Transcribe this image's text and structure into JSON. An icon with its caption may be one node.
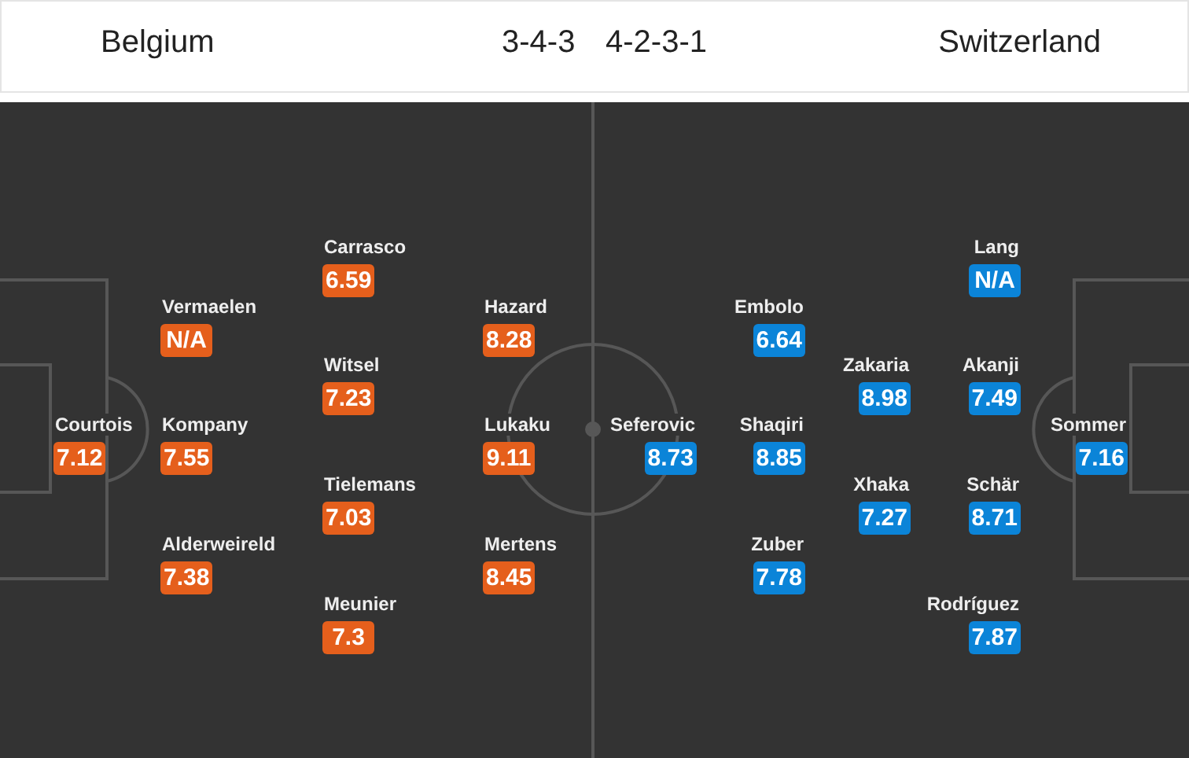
{
  "diagram": {
    "nodes": [
      {
        "text": [
          "Courtois",
          "7.12"
        ]
      },
      {
        "text": [
          "Vermaelen",
          "N/A"
        ]
      },
      {
        "text": [
          "Kompany",
          "7.55"
        ]
      },
      {
        "text": [
          "Alderweireld",
          "7.38"
        ]
      },
      {
        "text": [
          "Carrasco",
          "6.59"
        ]
      },
      {
        "text": [
          "Witsel",
          "7.23"
        ]
      },
      {
        "text": [
          "Tielemans",
          "7.03"
        ]
      },
      {
        "text": [
          "Meunier",
          "7.3"
        ]
      },
      {
        "text": [
          "Hazard",
          "8.28"
        ]
      },
      {
        "text": [
          "Lukaku",
          "9.11"
        ]
      },
      {
        "text": [
          "Mertens",
          "8.45"
        ]
      },
      {
        "text": [
          "Seferovic",
          "8.73"
        ]
      },
      {
        "text": [
          "Embolo",
          "6.64"
        ]
      },
      {
        "text": [
          "Shaqiri",
          "8.85"
        ]
      },
      {
        "text": [
          "Zuber",
          "7.78"
        ]
      },
      {
        "text": [
          "Zakaria",
          "8.98"
        ]
      },
      {
        "text": [
          "Xhaka",
          "7.27"
        ]
      },
      {
        "text": [
          "Lang",
          "N/A"
        ]
      },
      {
        "text": [
          "Akanji",
          "7.49"
        ]
      },
      {
        "text": [
          "Schär",
          "8.71"
        ]
      },
      {
        "text": [
          "Rodríguez",
          "7.87"
        ]
      },
      {
        "text": [
          "Sommer",
          "7.16"
        ]
      }
    ],
    "labels": [
      "Belgium",
      "3-4-3",
      "4-2-3-1",
      "Switzerland"
    ]
  }
}
